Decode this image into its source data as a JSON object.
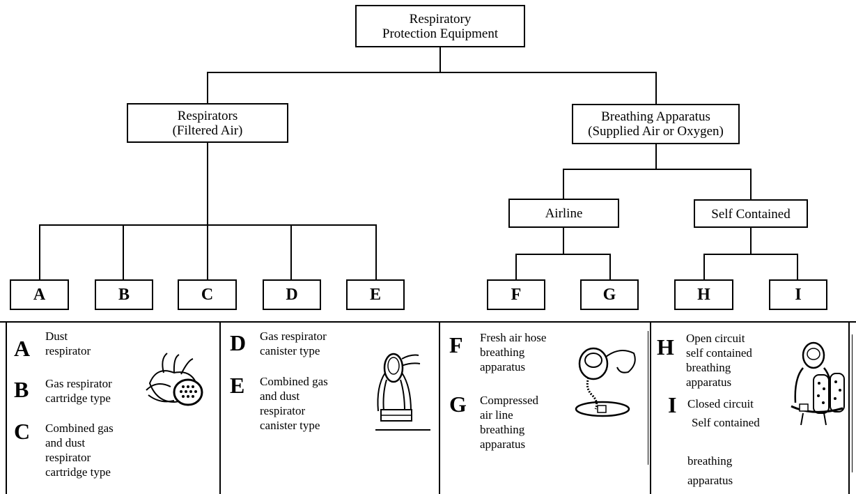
{
  "root": {
    "line1": "Respiratory",
    "line2": "Protection Equipment"
  },
  "respirators": {
    "line1": "Respirators",
    "line2": "(Filtered Air)"
  },
  "breathing": {
    "line1": "Breathing Apparatus",
    "line2": "(Supplied Air or Oxygen)"
  },
  "airline": "Airline",
  "self_contained": "Self Contained",
  "leaves": [
    "A",
    "B",
    "C",
    "D",
    "E",
    "F",
    "G",
    "H",
    "I"
  ],
  "legend": {
    "A": [
      "Dust",
      "respirator"
    ],
    "B": [
      "Gas respirator",
      "cartridge type"
    ],
    "C": [
      "Combined gas",
      "and dust",
      "respirator",
      "cartridge type"
    ],
    "D": [
      "Gas respirator",
      "canister type"
    ],
    "E": [
      "Combined gas",
      "and dust",
      "respirator",
      "canister type"
    ],
    "F": [
      "Fresh air hose",
      "breathing",
      "apparatus"
    ],
    "G": [
      "Compressed",
      "air line",
      "breathing",
      "apparatus"
    ],
    "H": [
      "Open circuit",
      "self contained",
      "breathing",
      "apparatus"
    ],
    "I": [
      "Closed circuit",
      "Self contained",
      "breathing",
      "apparatus"
    ]
  }
}
